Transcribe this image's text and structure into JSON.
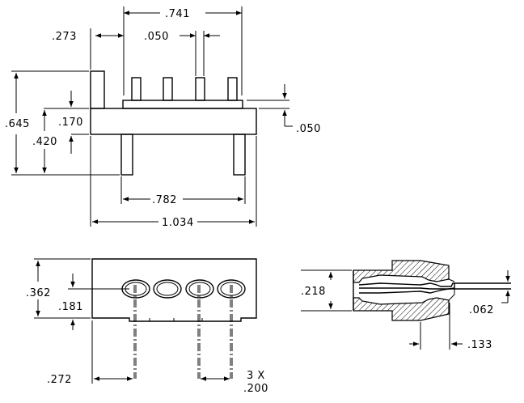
{
  "diagram": {
    "front_view": {
      "width_pin_span": ".741",
      "pin_offset": ".273",
      "pin_width": ".050",
      "height_overall": ".645",
      "flange_height": ".170",
      "body_height": ".420",
      "pin_step": ".050",
      "inner_width": ".782",
      "overall_width": "1.034"
    },
    "bottom_view": {
      "height": ".362",
      "center_height": ".181",
      "first_pin_offset": ".272",
      "pitch_count": "3 X",
      "pitch": ".200"
    },
    "section_view": {
      "height": ".218",
      "pin_thickness": ".062",
      "latch_offset": ".133"
    }
  }
}
